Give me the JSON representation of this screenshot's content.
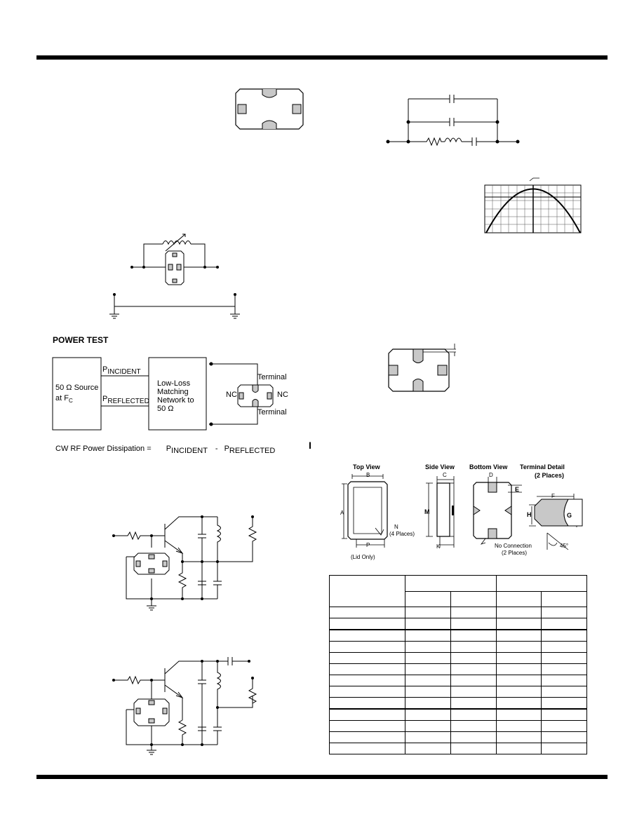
{
  "power_test": {
    "heading": "POWER TEST",
    "source_label_1": "50 Ω Source",
    "source_label_2": "at F",
    "source_sub": "C",
    "p_incident": "P",
    "p_incident_sub": "INCIDENT",
    "p_reflected": "P",
    "p_reflected_sub": "REFLECTED",
    "network_1": "Low-Loss",
    "network_2": "Matching",
    "network_3": "Network to",
    "network_4": "50 Ω",
    "terminal_top": "Terminal",
    "terminal_bottom": "Terminal",
    "nc_left": "NC",
    "nc_right": "NC",
    "formula_text": "CW RF Power Dissipation =",
    "formula_p1": "P",
    "formula_p1_sub": "INCIDENT",
    "formula_minus": "-",
    "formula_p2": "P",
    "formula_p2_sub": "REFLECTED"
  },
  "package": {
    "top_view": "Top View",
    "side_view": "Side View",
    "bottom_view": "Bottom View",
    "terminal_detail_1": "Terminal  Detail",
    "terminal_detail_2": "(2 Places)",
    "dim_b": "B",
    "dim_c": "C",
    "dim_d": "D",
    "dim_e": "E",
    "dim_f": "F",
    "dim_a": "A",
    "dim_m": "M",
    "dim_h": "H",
    "dim_g": "G",
    "dim_n": "N",
    "n_places": "(4 Places)",
    "dim_p": "P",
    "dim_k": "K",
    "lid_only": "(Lid Only)",
    "no_connection_1": "No Connection",
    "no_connection_2": "(2 Places)",
    "angle": "45°"
  },
  "marker": "I"
}
